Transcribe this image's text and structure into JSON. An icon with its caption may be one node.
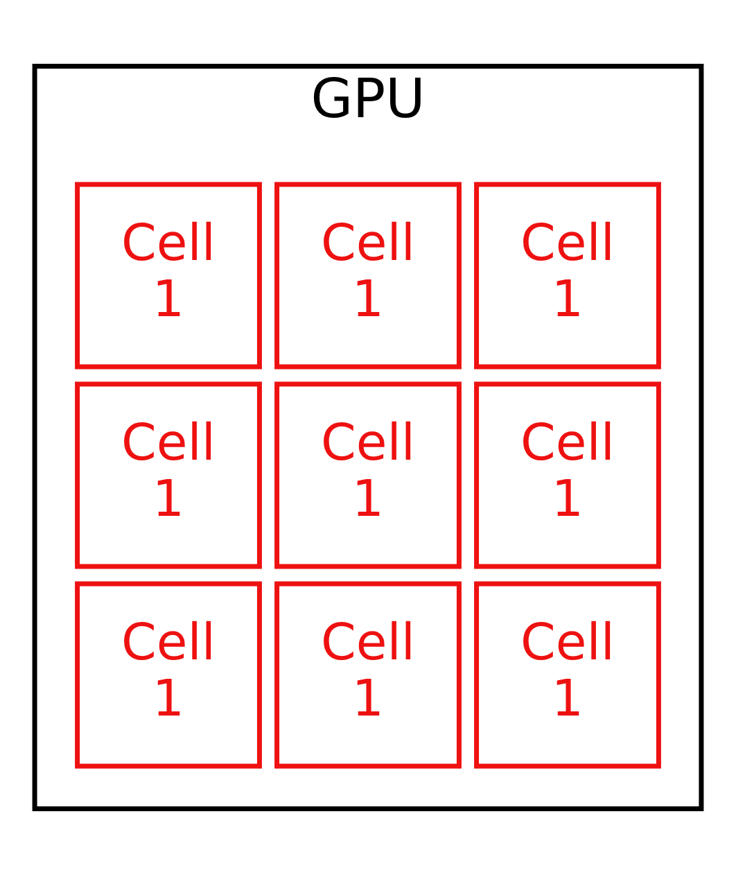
{
  "diagram": {
    "nodes": [
      {
        "text": [
          "GPU"
        ]
      },
      {
        "text": [
          "Cell 1"
        ],
        "in": 0
      },
      {
        "text": [
          "Cell 1"
        ],
        "in": 0
      },
      {
        "text": [
          "Cell 1"
        ],
        "in": 0
      },
      {
        "text": [
          "Cell 1"
        ],
        "in": 0
      },
      {
        "text": [
          "Cell 1"
        ],
        "in": 0
      },
      {
        "text": [
          "Cell 1"
        ],
        "in": 0
      },
      {
        "text": [
          "Cell 1"
        ],
        "in": 0
      },
      {
        "text": [
          "Cell 1"
        ],
        "in": 0
      },
      {
        "text": [
          "Cell 1"
        ],
        "in": 0
      }
    ],
    "edges": []
  }
}
